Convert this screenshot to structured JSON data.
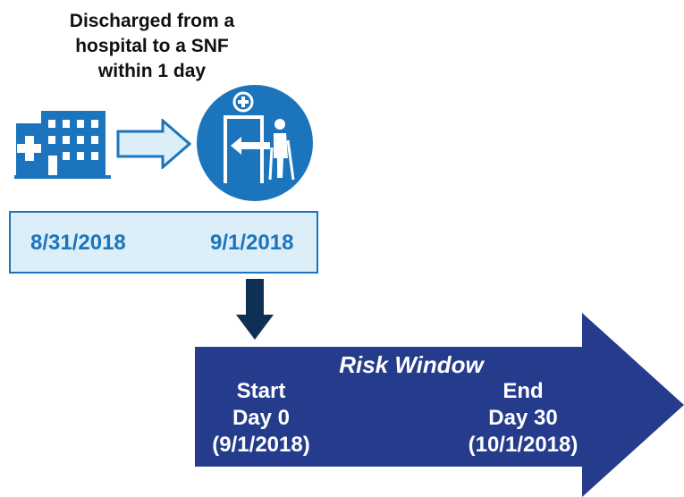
{
  "heading": {
    "line1": "Discharged from a",
    "line2": "hospital to a SNF",
    "line3": "within 1 day"
  },
  "dates": {
    "discharge": "8/31/2018",
    "admission": "9/1/2018"
  },
  "risk_window": {
    "title": "Risk Window",
    "start": {
      "label": "Start",
      "day": "Day 0",
      "date": "(9/1/2018)"
    },
    "end": {
      "label": "End",
      "day": "Day 30",
      "date": "(10/1/2018)"
    }
  },
  "colors": {
    "primary_blue": "#1c75bc",
    "navy": "#253c8c",
    "dark_arrow": "#0f2f55",
    "light_fill": "#dceef8"
  },
  "icons": [
    "hospital-building-icon",
    "right-arrow-icon",
    "snf-admission-icon",
    "down-arrow-icon",
    "risk-window-arrow"
  ]
}
